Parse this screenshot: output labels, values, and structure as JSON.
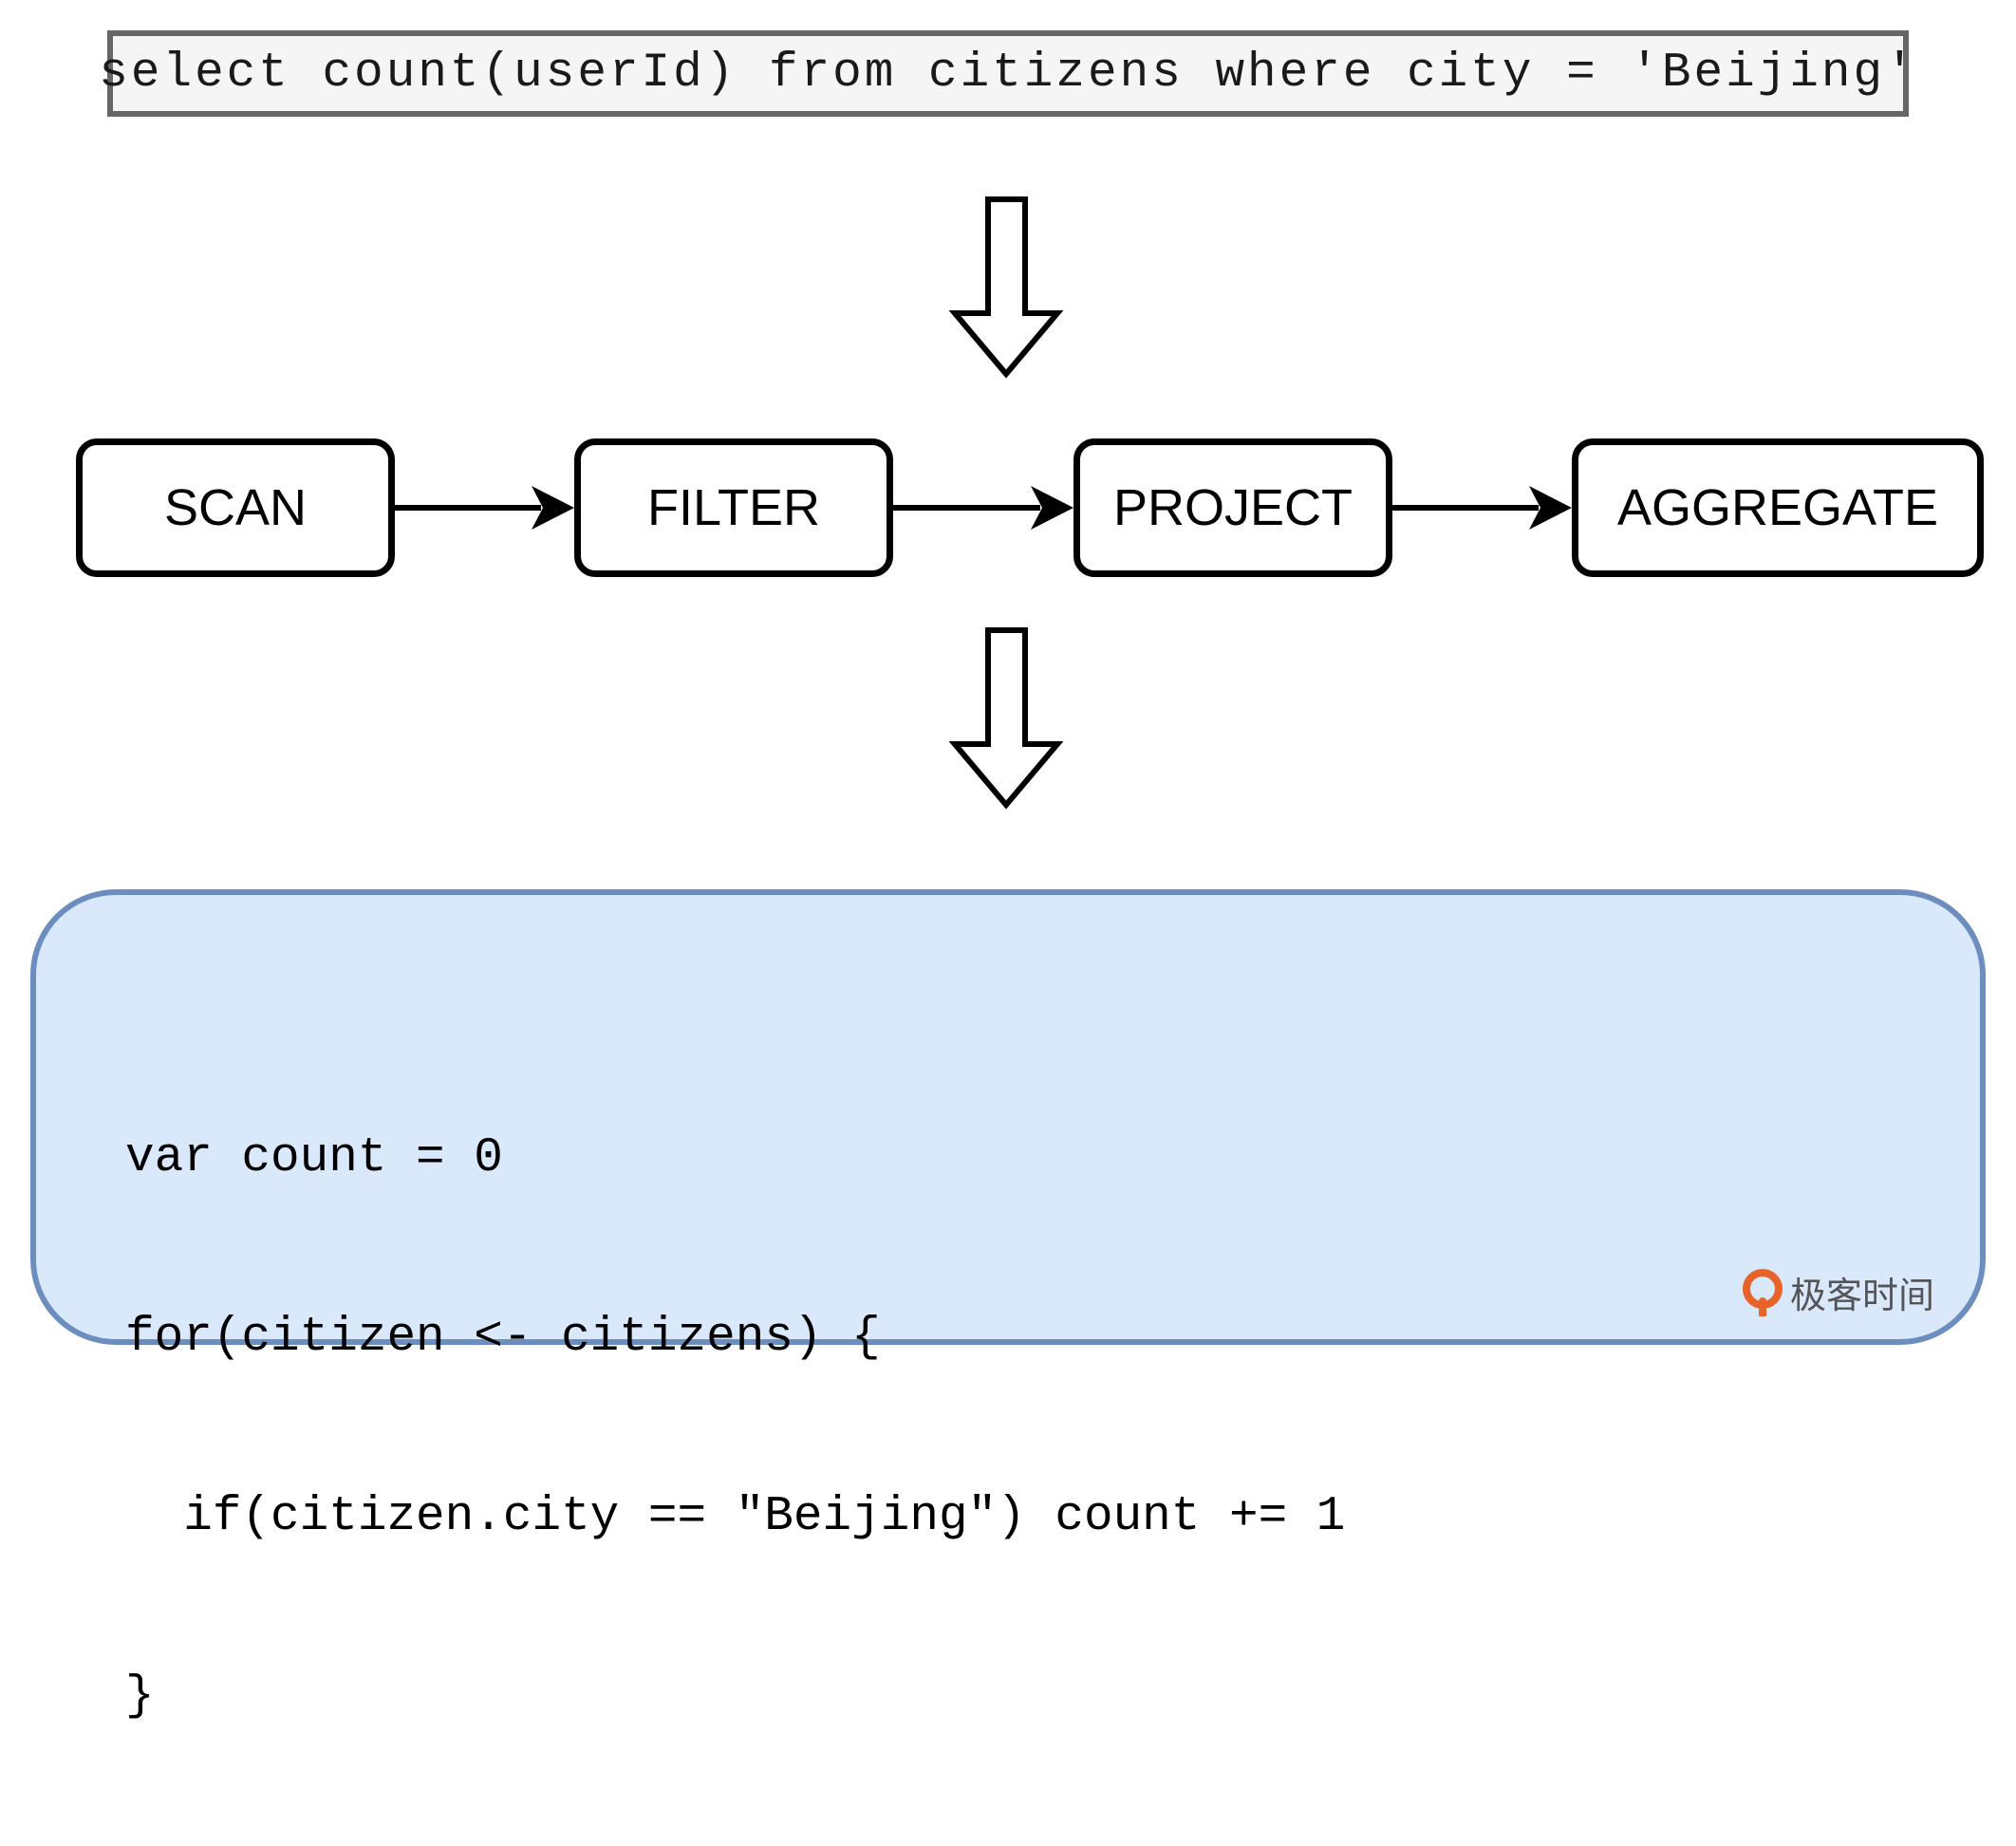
{
  "sql": {
    "query": "select count(userId) from citizens where city = 'Beijing'"
  },
  "pipeline": {
    "stages": [
      "SCAN",
      "FILTER",
      "PROJECT",
      "AGGREGATE"
    ]
  },
  "code": {
    "lines": [
      "var count = 0",
      "for(citizen <- citizens) {",
      "  if(citizen.city == \"Beijing\") count += 1",
      "}"
    ]
  },
  "brand": {
    "text": "极客时间",
    "logo_color": "#e8632a"
  },
  "colors": {
    "code_fill": "#dae8fc",
    "code_border": "#6c8ebf",
    "sql_border": "#666666"
  }
}
